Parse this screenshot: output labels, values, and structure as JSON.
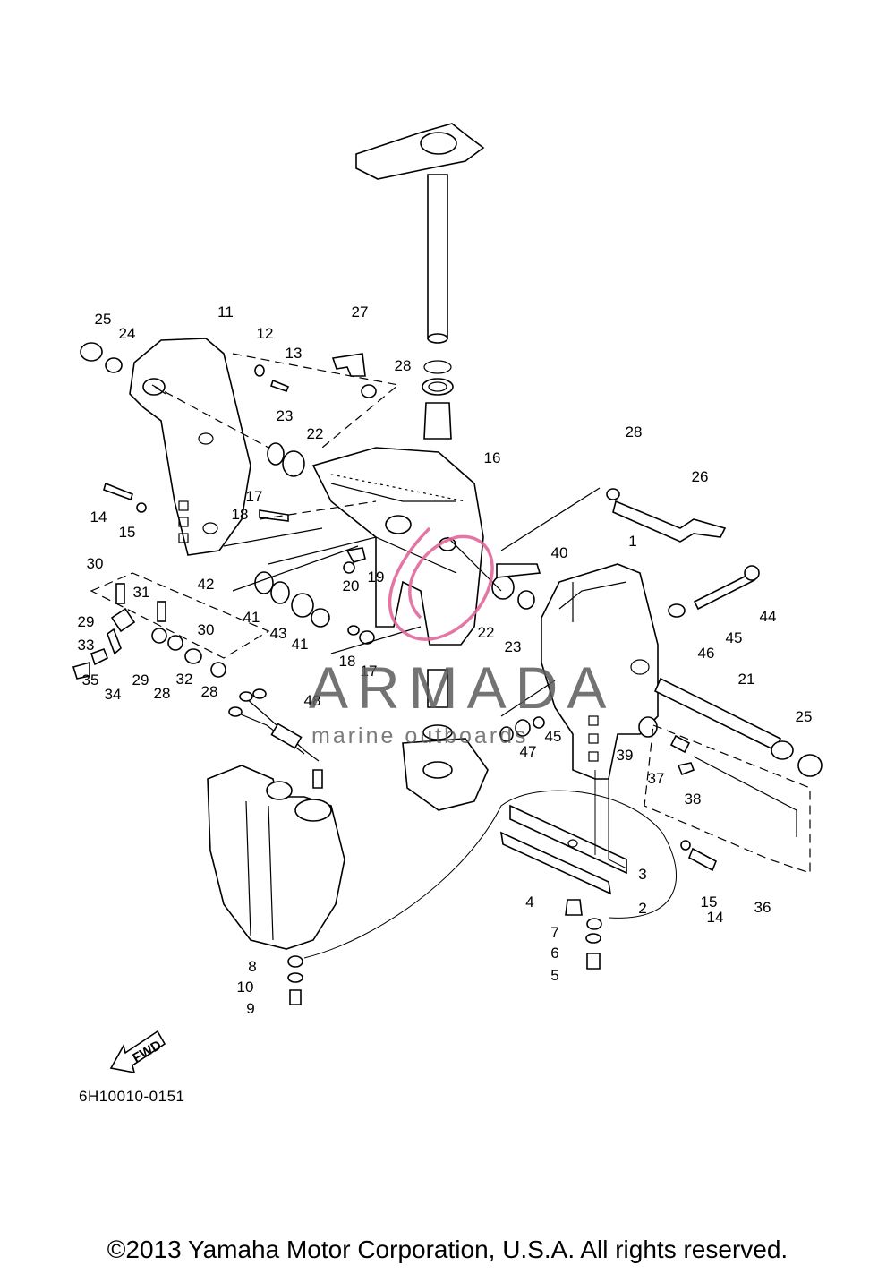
{
  "diagram": {
    "callouts": [
      "1",
      "2",
      "3",
      "4",
      "5",
      "6",
      "7",
      "8",
      "9",
      "10",
      "11",
      "12",
      "13",
      "14",
      "14",
      "15",
      "15",
      "16",
      "17",
      "17",
      "18",
      "18",
      "19",
      "20",
      "21",
      "22",
      "22",
      "23",
      "23",
      "24",
      "25",
      "25",
      "26",
      "27",
      "28",
      "28",
      "28",
      "28",
      "29",
      "29",
      "30",
      "30",
      "31",
      "32",
      "33",
      "34",
      "35",
      "36",
      "37",
      "38",
      "39",
      "40",
      "41",
      "41",
      "42",
      "43",
      "44",
      "45",
      "45",
      "46",
      "47",
      "48"
    ],
    "fwd_label": "FWD",
    "drawing_code": "6H10010-0151"
  },
  "watermark": {
    "title": "ARMADA",
    "subtitle": "marine outboards",
    "accent_color": "#e0679a"
  },
  "footer": {
    "copyright": "©2013 Yamaha Motor Corporation, U.S.A. All rights reserved."
  }
}
